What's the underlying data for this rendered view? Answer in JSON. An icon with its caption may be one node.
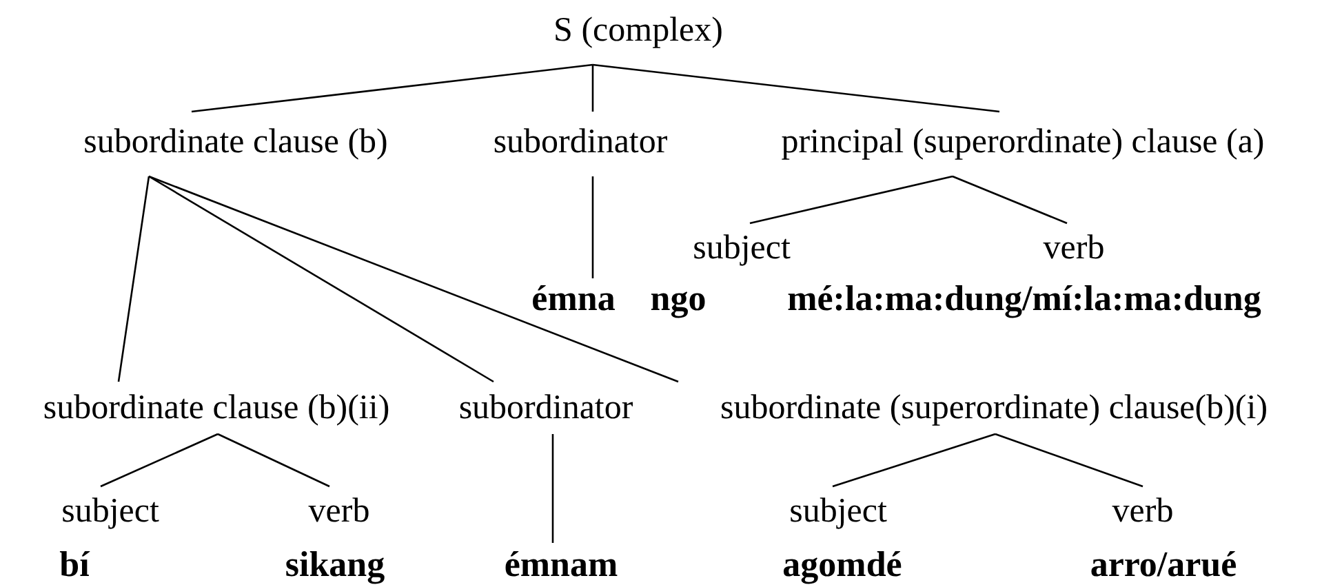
{
  "diagram": {
    "nodes": [
      {
        "text": [
          "S (complex)"
        ]
      },
      {
        "text": [
          "subordinate clause (b)"
        ]
      },
      {
        "text": [
          "subordinator"
        ]
      },
      {
        "text": [
          "principal (superordinate) clause (a)"
        ]
      },
      {
        "text": [
          "subject"
        ]
      },
      {
        "text": [
          "verb"
        ]
      },
      {
        "text": [
          "émna"
        ]
      },
      {
        "text": [
          "subordinate clause (b)(ii)"
        ]
      },
      {
        "text": [
          "subordinator"
        ]
      },
      {
        "text": [
          "subordinate (superordinate) clause(b)(i)"
        ]
      },
      {
        "text": [
          "subject"
        ]
      },
      {
        "text": [
          "verb"
        ]
      },
      {
        "text": [
          "émnam"
        ]
      },
      {
        "text": [
          "subject"
        ]
      },
      {
        "text": [
          "verb"
        ]
      }
    ],
    "edges": [
      {
        "from": 0,
        "to": 1,
        "arrow": "none"
      },
      {
        "from": 0,
        "to": 2,
        "arrow": "none"
      },
      {
        "from": 0,
        "to": 3,
        "arrow": "none"
      },
      {
        "from": 3,
        "to": 4,
        "arrow": "none"
      },
      {
        "from": 3,
        "to": 5,
        "arrow": "none"
      },
      {
        "from": 2,
        "to": 6,
        "arrow": "none"
      },
      {
        "from": 1,
        "to": 7,
        "arrow": "none"
      },
      {
        "from": 1,
        "to": 8,
        "arrow": "none"
      },
      {
        "from": 1,
        "to": 9,
        "arrow": "none"
      },
      {
        "from": 7,
        "to": 10,
        "arrow": "none"
      },
      {
        "from": 7,
        "to": 11,
        "arrow": "none"
      },
      {
        "from": 8,
        "to": 12,
        "arrow": "none"
      },
      {
        "from": 9,
        "to": 13,
        "arrow": "none"
      },
      {
        "from": 9,
        "to": 14,
        "arrow": "none"
      }
    ],
    "labels": [
      "ngo",
      "mé:la:ma:dung/mí:la:ma:dung",
      "bí",
      "sikang",
      "agomdé",
      "arro/arué"
    ]
  }
}
